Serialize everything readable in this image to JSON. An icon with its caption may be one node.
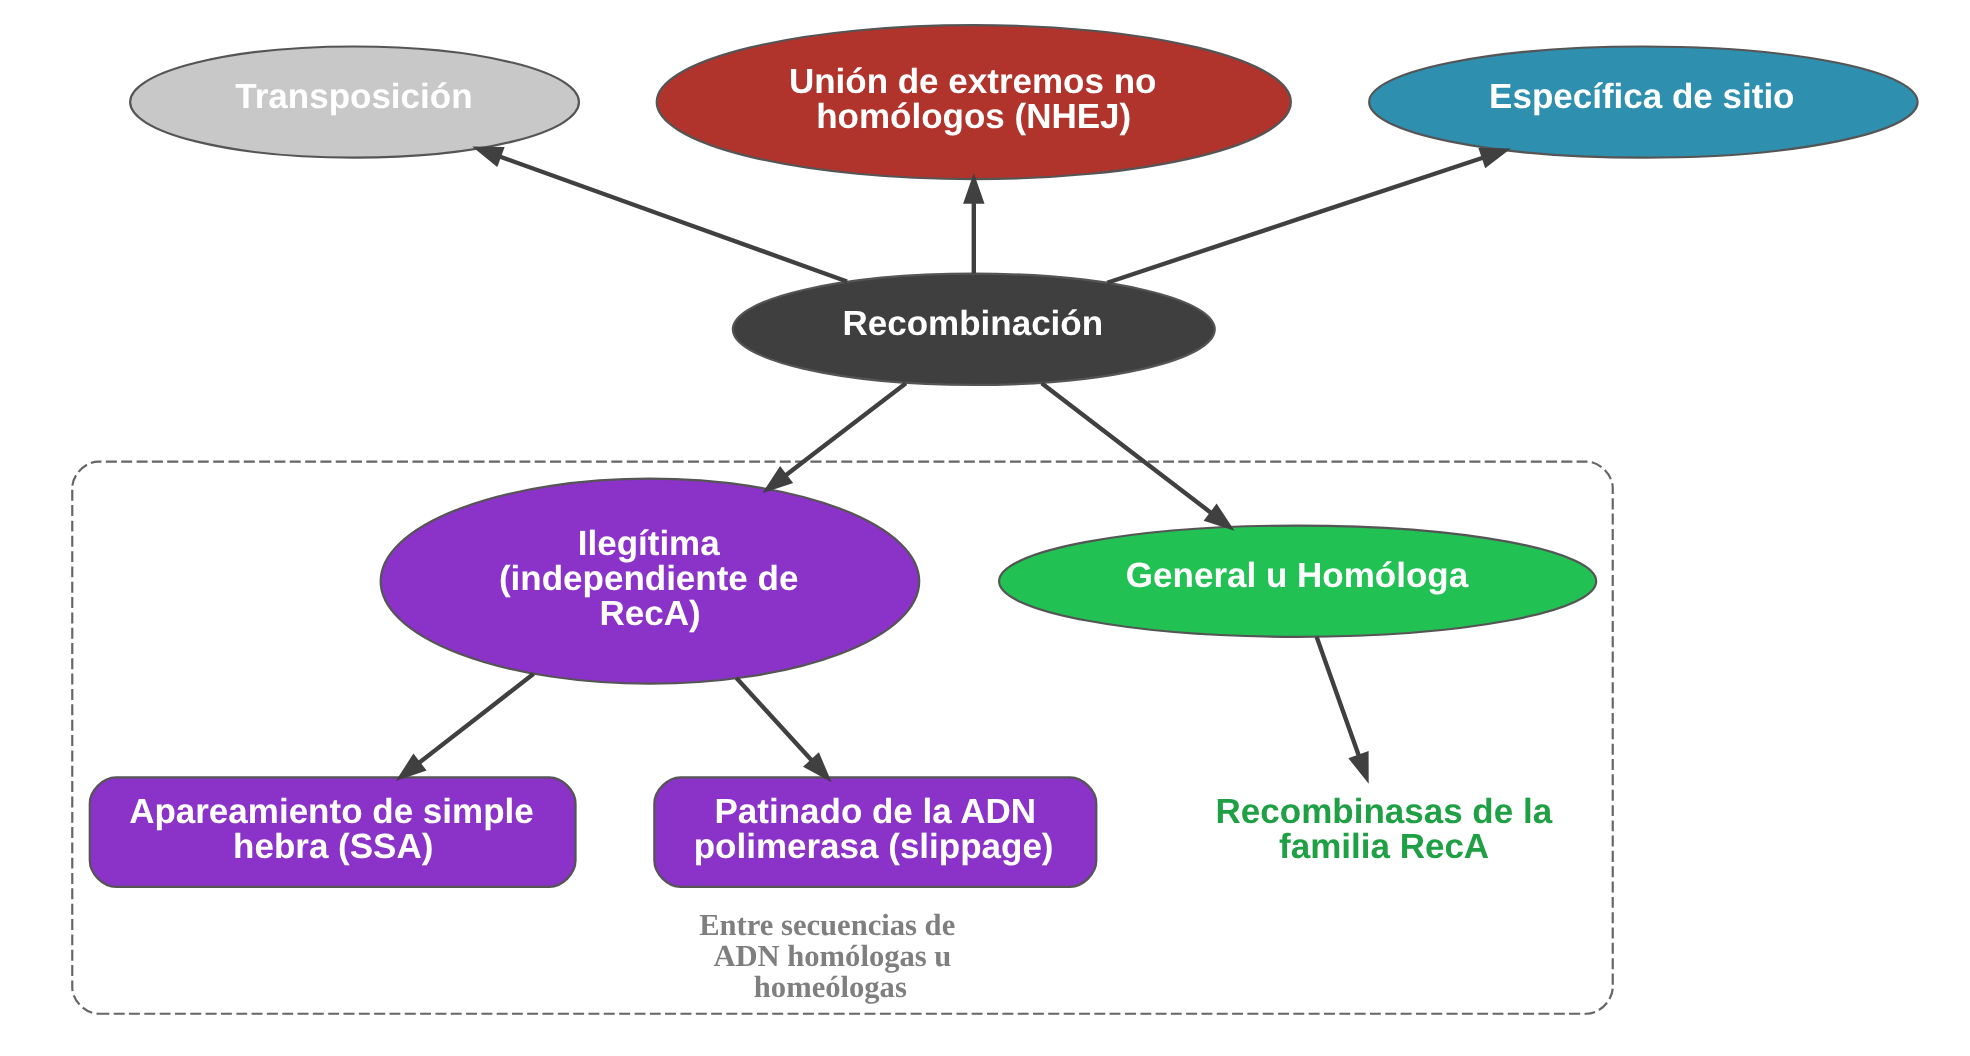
{
  "diagram": {
    "nodes": [
      {
        "text": [
          "Recombinación"
        ]
      },
      {
        "text": [
          "Transposición"
        ]
      },
      {
        "text": [
          "Unión de extremos no homólogos (NHEJ)"
        ]
      },
      {
        "text": [
          "Específica de sitio"
        ]
      },
      {
        "text": [
          "Entre secuencias de ADN homólogas u homeólogas"
        ]
      },
      {
        "text": [
          "General u Homóloga"
        ],
        "in": 4
      },
      {
        "text": [
          "Recombinasas de la familia RecA"
        ],
        "in": 4
      },
      {
        "text": [
          "Ilegítima (independiente de RecA)"
        ],
        "in": 4
      },
      {
        "text": [
          "Apareamiento de simple hebra (SSA)"
        ],
        "in": 4
      },
      {
        "text": [
          "Patinado de la ADN polimerasa (slippage)"
        ],
        "in": 4
      }
    ],
    "edges": [
      {
        "from": 0,
        "to": 1,
        "arrow": "to"
      },
      {
        "from": 0,
        "to": 2,
        "arrow": "to"
      },
      {
        "from": 0,
        "to": 3,
        "arrow": "to"
      },
      {
        "from": 0,
        "to": 5,
        "arrow": "to"
      },
      {
        "from": 0,
        "to": 7,
        "arrow": "to"
      },
      {
        "from": 5,
        "to": 6,
        "arrow": "to"
      },
      {
        "from": 7,
        "to": 8,
        "arrow": "to"
      },
      {
        "from": 7,
        "to": 9,
        "arrow": "to"
      }
    ]
  }
}
